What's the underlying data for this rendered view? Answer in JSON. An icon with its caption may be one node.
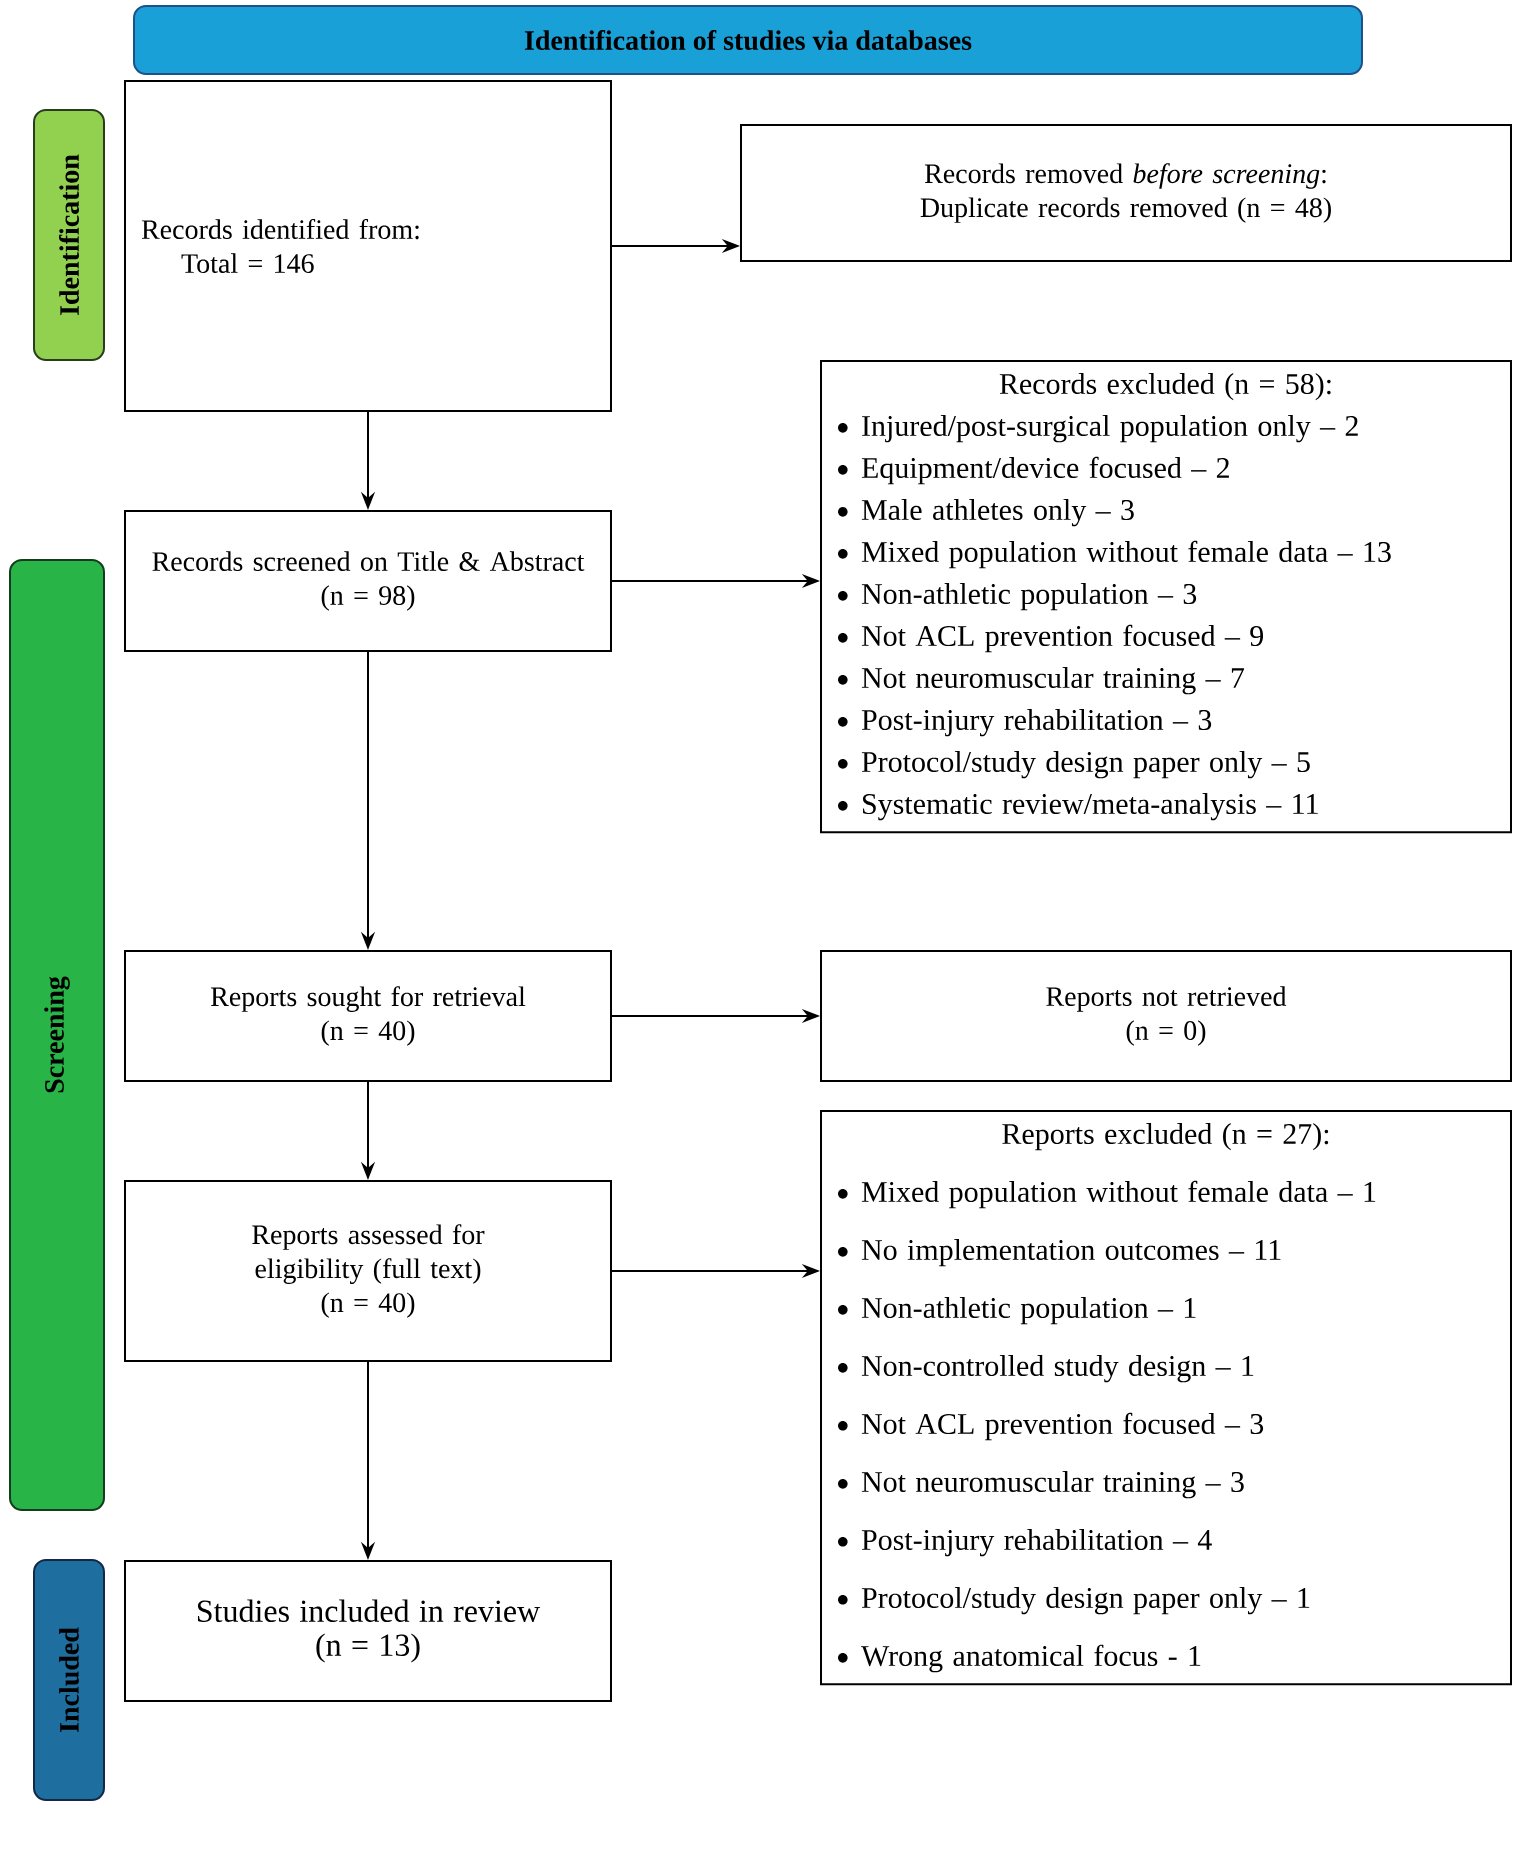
{
  "diagram": {
    "nodes": [
      {
        "text": [
          "Identification of studies via databases"
        ]
      },
      {
        "text": [
          "Identification"
        ]
      },
      {
        "text": [
          "Screening"
        ]
      },
      {
        "text": [
          "Included"
        ]
      },
      {
        "text": [
          "Records identified from:",
          "Total = 146"
        ]
      },
      {
        "text": [
          "Records removed *before screening*:",
          "Duplicate records removed (n = 48)"
        ]
      },
      {
        "text": [
          "Records screened on Title & Abstract",
          "(n = 98)"
        ]
      },
      {
        "text": [
          "Records excluded (n = 58):",
          "Injured/post-surgical population only – 2",
          "Equipment/device focused – 2",
          "Male athletes only – 3",
          "Mixed population without female data – 13",
          "Non-athletic population – 3",
          "Not ACL prevention focused – 9",
          "Not neuromuscular training – 7",
          "Post-injury rehabilitation – 3",
          "Protocol/study design paper only – 5",
          "Systematic review/meta-analysis – 11"
        ]
      },
      {
        "text": [
          "Reports sought for retrieval",
          "(n = 40)"
        ]
      },
      {
        "text": [
          "Reports not retrieved",
          "(n = 0)"
        ]
      },
      {
        "text": [
          "Reports assessed for eligibility (full text)",
          "(n = 40)"
        ]
      },
      {
        "text": [
          "Reports excluded (n = 27):",
          "Mixed population without female data – 1",
          "No implementation outcomes – 11",
          "Non-athletic population – 1",
          "Non-controlled study design – 1",
          "Not ACL prevention focused – 3",
          "Not neuromuscular training – 3",
          "Post-injury rehabilitation – 4",
          "Protocol/study design paper only – 1",
          "Wrong anatomical focus - 1"
        ]
      },
      {
        "text": [
          "Studies included in review",
          "(n = 13)"
        ]
      }
    ],
    "edges": [
      {
        "from": 4,
        "to": 5,
        "arrow": "to"
      },
      {
        "from": 4,
        "to": 6,
        "arrow": "to"
      },
      {
        "from": 6,
        "to": 7,
        "arrow": "to"
      },
      {
        "from": 6,
        "to": 8,
        "arrow": "to"
      },
      {
        "from": 8,
        "to": 9,
        "arrow": "to"
      },
      {
        "from": 8,
        "to": 10,
        "arrow": "to"
      },
      {
        "from": 10,
        "to": 11,
        "arrow": "to"
      },
      {
        "from": 10,
        "to": 12,
        "arrow": "to"
      }
    ]
  }
}
